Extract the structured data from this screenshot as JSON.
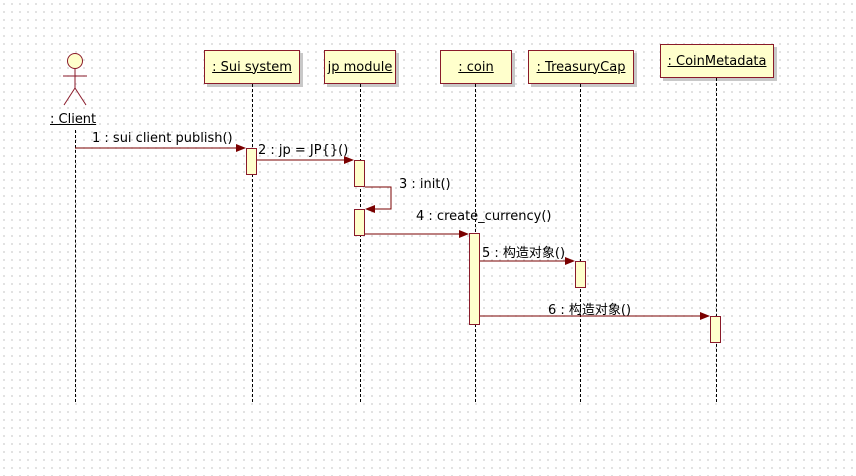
{
  "actor": {
    "name": ": Client"
  },
  "objects": [
    {
      "id": "sui",
      "label": ": Sui system"
    },
    {
      "id": "jp",
      "label": "jp module"
    },
    {
      "id": "coin",
      "label": ": coin"
    },
    {
      "id": "treasury",
      "label": ": TreasuryCap"
    },
    {
      "id": "metadata",
      "label": ": CoinMetadata"
    }
  ],
  "messages": [
    {
      "num": "1",
      "text": "1 : sui client publish()"
    },
    {
      "num": "2",
      "text": "2 : jp = JP{}()"
    },
    {
      "num": "3",
      "text": "3 : init()"
    },
    {
      "num": "4",
      "text": "4 : create_currency()"
    },
    {
      "num": "5",
      "text": "5 : 构造对象()"
    },
    {
      "num": "6",
      "text": "6 : 构造对象()"
    }
  ],
  "colors": {
    "box_fill": "#ffffcc",
    "box_border": "#8a1a2a",
    "arrow": "#7a0000"
  }
}
